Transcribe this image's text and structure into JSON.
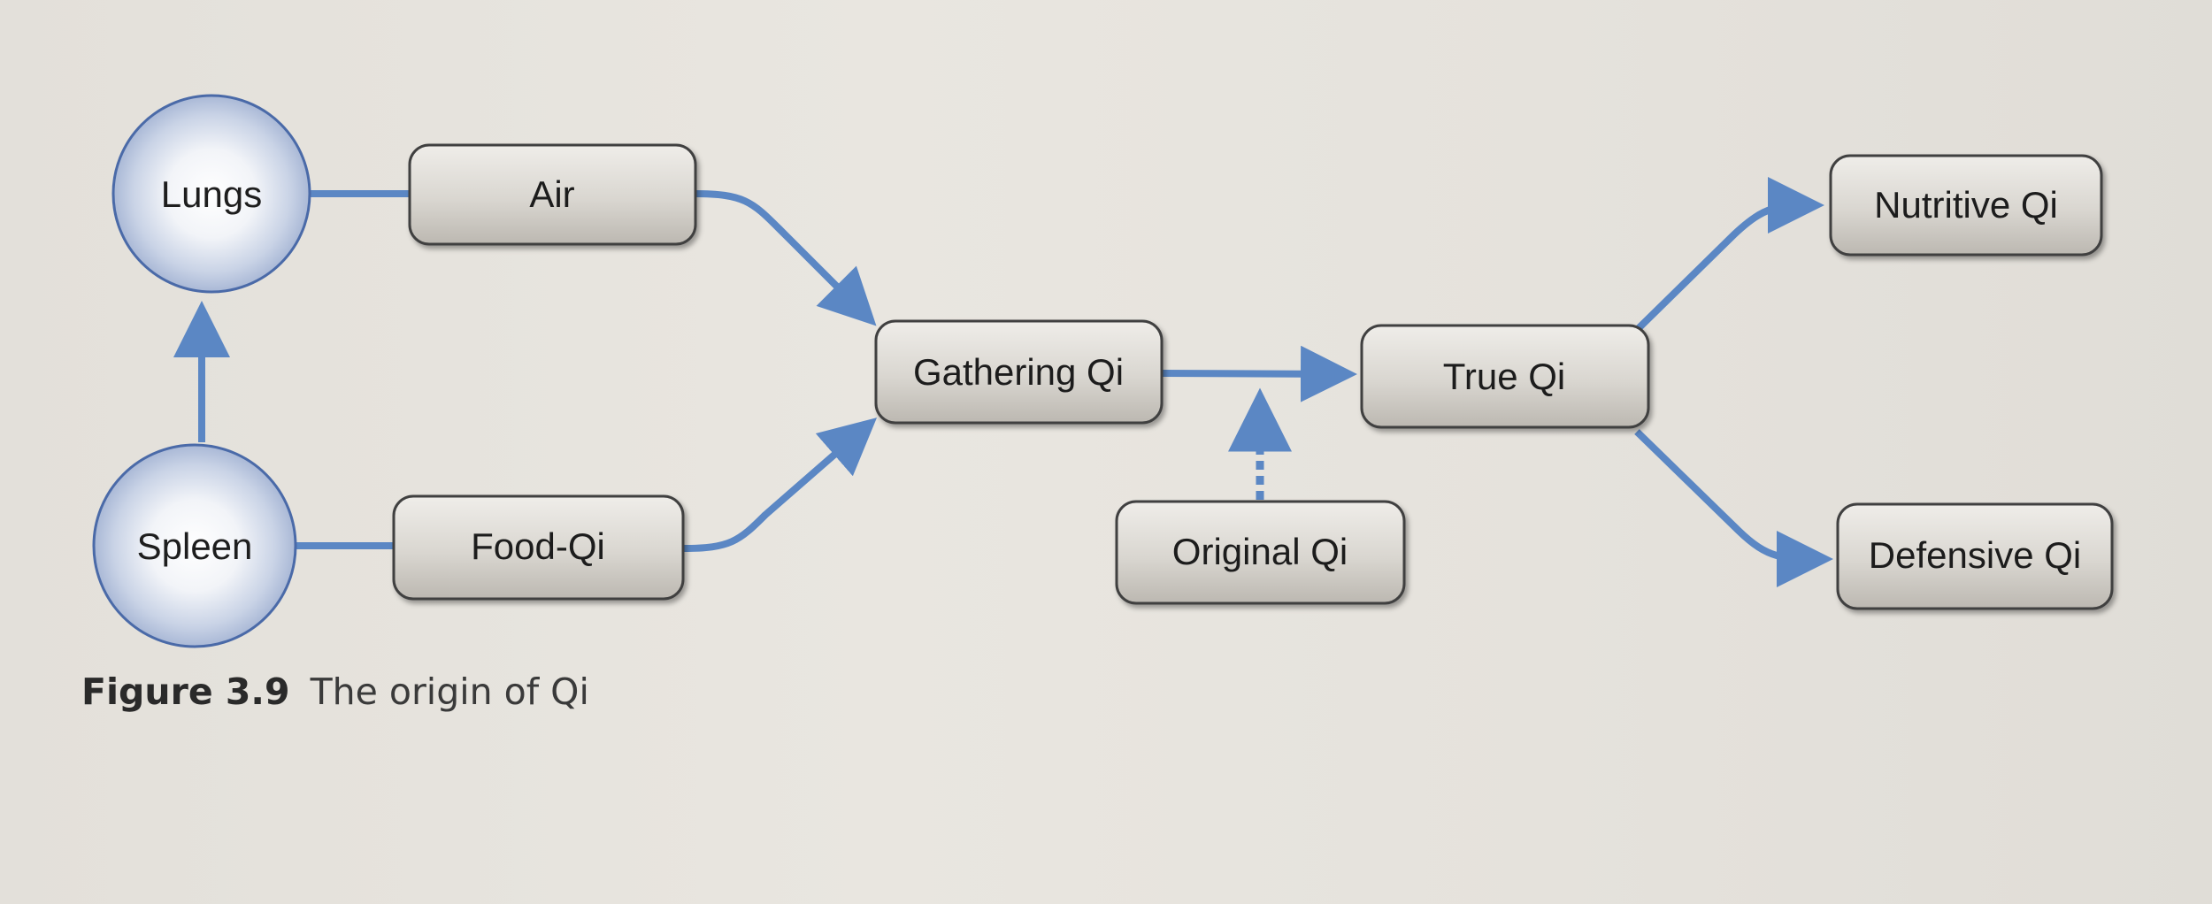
{
  "diagram": {
    "nodes": {
      "lungs": "Lungs",
      "spleen": "Spleen",
      "air": "Air",
      "food_qi": "Food-Qi",
      "gathering_qi": "Gathering Qi",
      "original_qi": "Original Qi",
      "true_qi": "True Qi",
      "nutritive_qi": "Nutritive Qi",
      "defensive_qi": "Defensive Qi"
    },
    "edges": [
      {
        "from": "spleen",
        "to": "lungs",
        "style": "solid"
      },
      {
        "from": "lungs",
        "to": "air",
        "style": "solid"
      },
      {
        "from": "spleen",
        "to": "food_qi",
        "style": "solid"
      },
      {
        "from": "air",
        "to": "gathering_qi",
        "style": "solid"
      },
      {
        "from": "food_qi",
        "to": "gathering_qi",
        "style": "solid"
      },
      {
        "from": "gathering_qi",
        "to": "true_qi",
        "style": "solid"
      },
      {
        "from": "original_qi",
        "to": "gathering_qi-true_qi-edge",
        "style": "dashed"
      },
      {
        "from": "true_qi",
        "to": "nutritive_qi",
        "style": "solid"
      },
      {
        "from": "true_qi",
        "to": "defensive_qi",
        "style": "solid"
      }
    ],
    "colors": {
      "arrow": "#5b87c4",
      "circle_border": "#4a6aa8",
      "box_border": "#3f3f3f"
    }
  },
  "caption": {
    "number": "Figure 3.9",
    "title": "The origin of Qi"
  }
}
